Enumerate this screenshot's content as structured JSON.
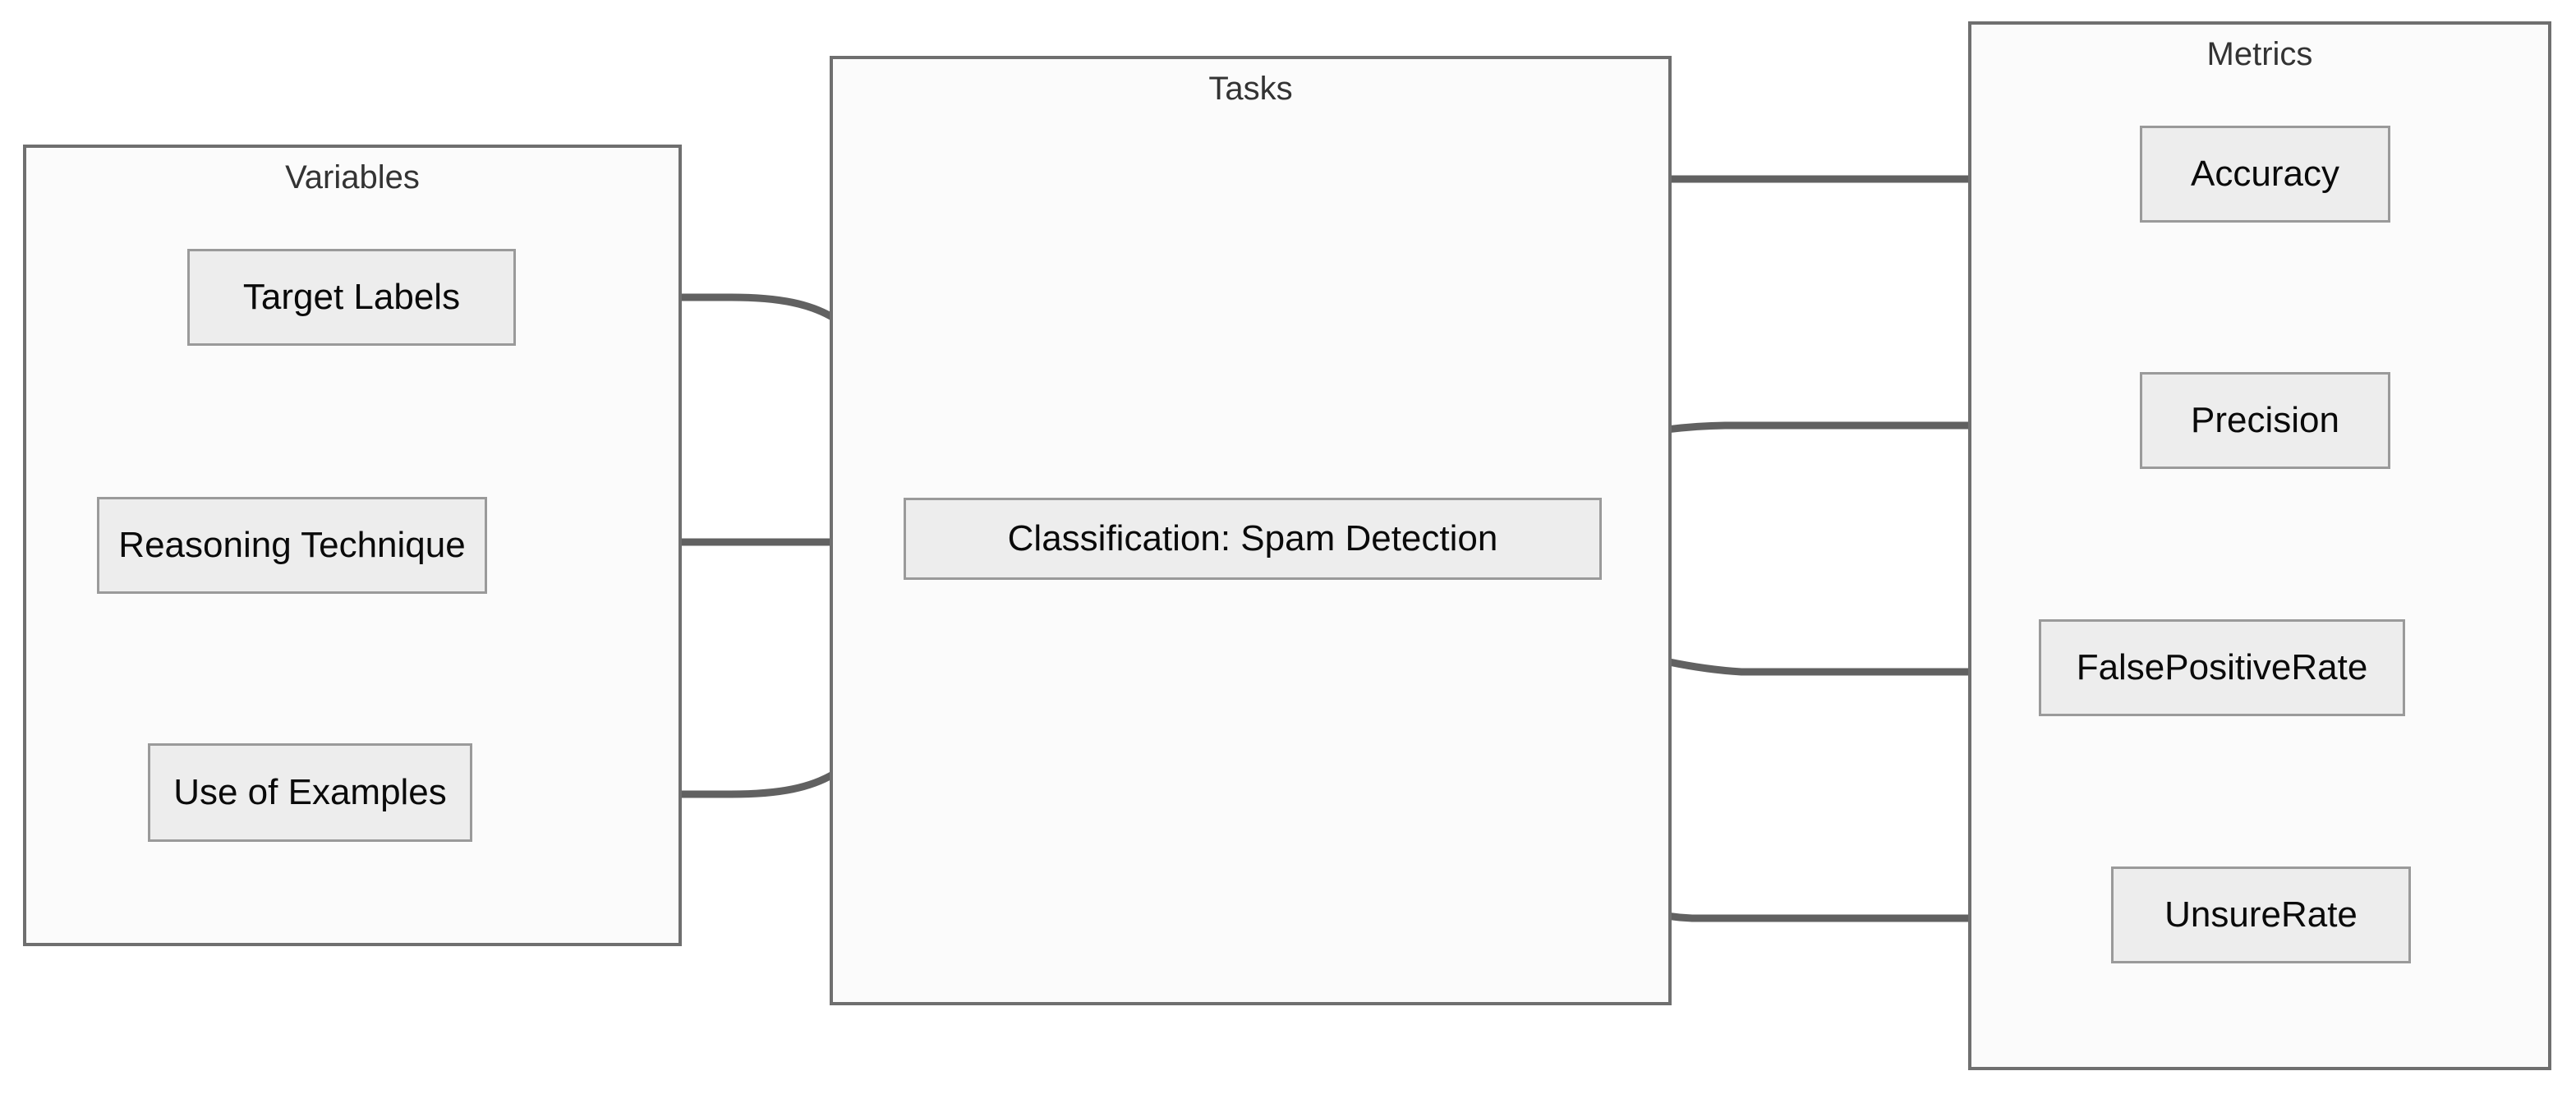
{
  "diagram": {
    "type": "flowchart",
    "orientation": "left-to-right",
    "background": "#ffffff",
    "edge_color": "#616161",
    "node_fill": "#ededed",
    "node_border": "#9a9a9a",
    "cluster_fill": "#fbfbfb",
    "cluster_border": "#6f6f6f"
  },
  "clusters": [
    {
      "id": "variables",
      "title": "Variables",
      "nodes": [
        {
          "id": "target_labels",
          "label": "Target Labels"
        },
        {
          "id": "reasoning_technique",
          "label": "Reasoning Technique"
        },
        {
          "id": "use_of_examples",
          "label": "Use of Examples"
        }
      ]
    },
    {
      "id": "tasks",
      "title": "Tasks",
      "nodes": [
        {
          "id": "classification_spam",
          "label": "Classification: Spam Detection"
        }
      ]
    },
    {
      "id": "metrics",
      "title": "Metrics",
      "nodes": [
        {
          "id": "accuracy",
          "label": "Accuracy"
        },
        {
          "id": "precision",
          "label": "Precision"
        },
        {
          "id": "false_positive_rate",
          "label": "FalsePositiveRate"
        },
        {
          "id": "unsure_rate",
          "label": "UnsureRate"
        }
      ]
    }
  ],
  "edges": [
    {
      "from": "target_labels",
      "to": "classification_spam",
      "arrow": true
    },
    {
      "from": "reasoning_technique",
      "to": "classification_spam",
      "arrow": true
    },
    {
      "from": "use_of_examples",
      "to": "classification_spam",
      "arrow": true
    },
    {
      "from": "classification_spam",
      "to": "accuracy",
      "arrow": true
    },
    {
      "from": "classification_spam",
      "to": "precision",
      "arrow": true
    },
    {
      "from": "classification_spam",
      "to": "false_positive_rate",
      "arrow": true
    },
    {
      "from": "classification_spam",
      "to": "unsure_rate",
      "arrow": true
    }
  ]
}
